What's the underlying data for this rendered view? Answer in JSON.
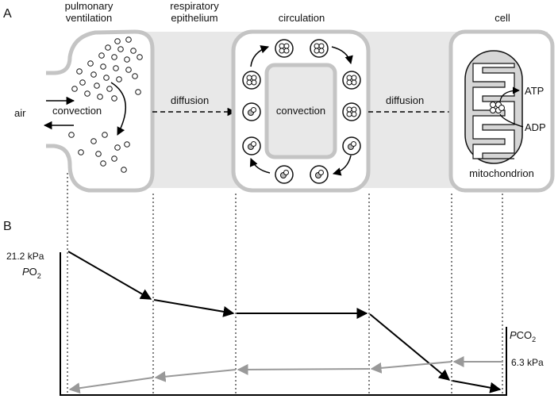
{
  "panel_a": {
    "letter": "A",
    "stages": {
      "ventilation": [
        "pulmonary",
        "ventilation"
      ],
      "epithelium": [
        "respiratory",
        "epithelium"
      ],
      "circulation": "circulation",
      "cell": "cell"
    },
    "labels": {
      "air": "air",
      "convection_left": "convection",
      "diffusion_1": "diffusion",
      "convection_center": "convection",
      "diffusion_2": "diffusion",
      "atp": "ATP",
      "adp": "ADP",
      "mitochondrion": "mitochondrion"
    }
  },
  "panel_b": {
    "letter": "B",
    "po2_value": "21.2 kPa",
    "po2_symbol": "P",
    "po2_gas": "O",
    "po2_sub": "2",
    "pco2_symbol": "P",
    "pco2_gas": "CO",
    "pco2_sub": "2",
    "pco2_value": "6.3 kPa"
  },
  "colors": {
    "background_band": "#e8e8e8",
    "outline_gray": "#c4c4c4",
    "po2_line": "#000000",
    "pco2_line": "#999999"
  }
}
